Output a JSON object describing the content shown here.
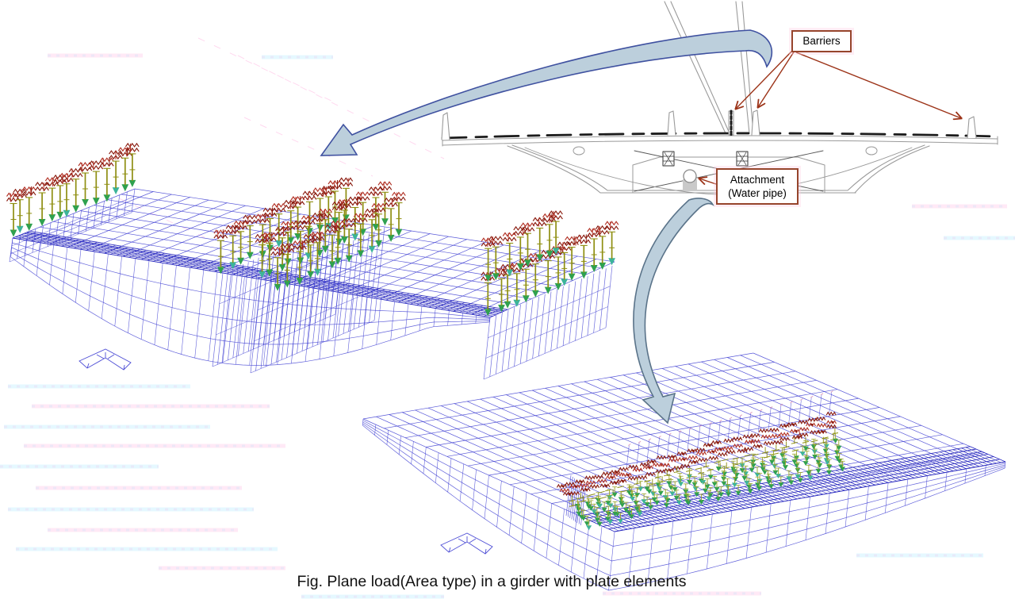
{
  "figure": {
    "caption": "Fig. Plane load(Area type) in a girder with plate elements",
    "annotations": {
      "barriers_label": "Barriers",
      "attachment_label_line1": "Attachment",
      "attachment_label_line2": "(Water pipe)"
    },
    "colors": {
      "background": "#ffffff",
      "mesh_blue": "#3c3cd2",
      "mesh_blue_dense": "#2020bb",
      "load_red_dark": "#8a1c10",
      "load_red": "#b23226",
      "load_olive": "#8f8f12",
      "load_green": "#2fa14f",
      "load_teal": "#3cb49a",
      "annotation_border": "#96452c",
      "annotation_arrow": "#9c3318",
      "flow_arrow_fill": "#bccfdc",
      "flow_arrow_stroke": "#3f51a0",
      "flow_arrow2_stroke": "#5a7389",
      "drawing_line": "#9a9a9a",
      "drawing_dark": "#1c1c1c",
      "caption_color": "#111111",
      "artifact_cyan": "#8ee1ff",
      "artifact_pink": "#ffa0d8"
    }
  }
}
